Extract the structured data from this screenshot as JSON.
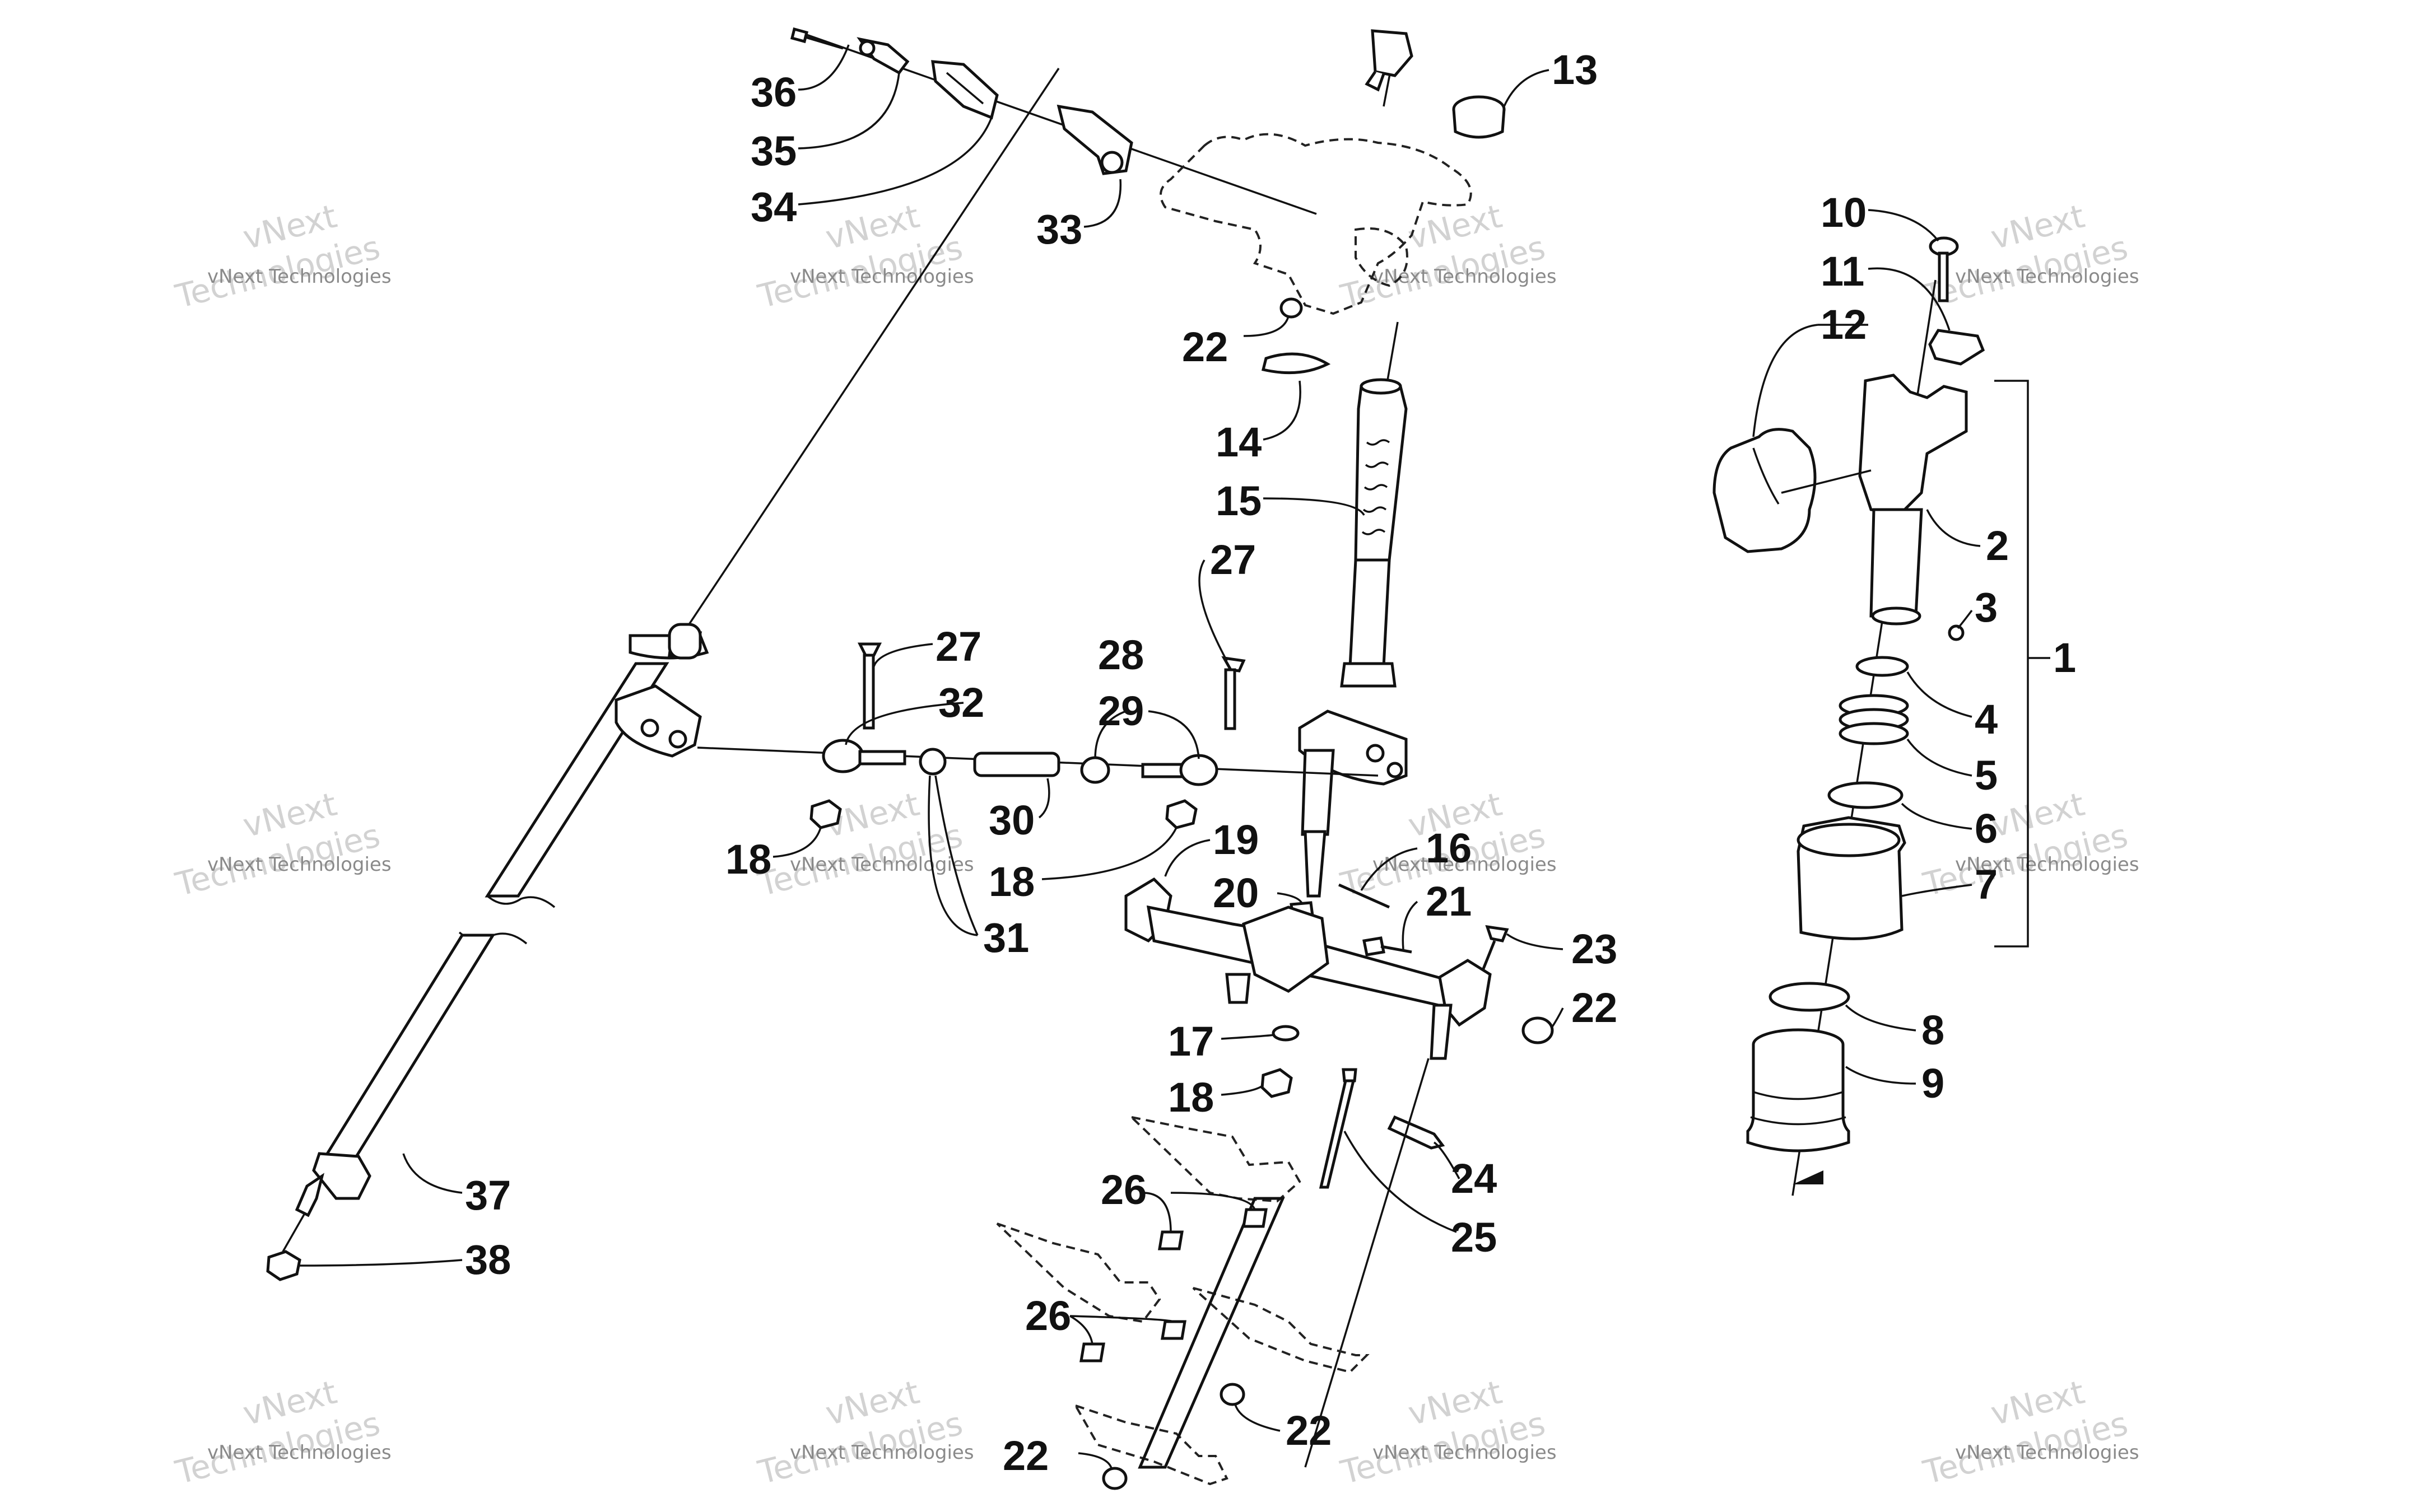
{
  "diagram": {
    "callouts": [
      {
        "id": "c36",
        "text": "36"
      },
      {
        "id": "c35",
        "text": "35"
      },
      {
        "id": "c34",
        "text": "34"
      },
      {
        "id": "c33",
        "text": "33"
      },
      {
        "id": "c13",
        "text": "13"
      },
      {
        "id": "c22a",
        "text": "22"
      },
      {
        "id": "c14",
        "text": "14"
      },
      {
        "id": "c15",
        "text": "15"
      },
      {
        "id": "c27a",
        "text": "27"
      },
      {
        "id": "c27b",
        "text": "27"
      },
      {
        "id": "c32",
        "text": "32"
      },
      {
        "id": "c28",
        "text": "28"
      },
      {
        "id": "c29",
        "text": "29"
      },
      {
        "id": "c30",
        "text": "30"
      },
      {
        "id": "c18a",
        "text": "18"
      },
      {
        "id": "c18b",
        "text": "18"
      },
      {
        "id": "c31",
        "text": "31"
      },
      {
        "id": "c19",
        "text": "19"
      },
      {
        "id": "c16",
        "text": "16"
      },
      {
        "id": "c20",
        "text": "20"
      },
      {
        "id": "c21",
        "text": "21"
      },
      {
        "id": "c23",
        "text": "23"
      },
      {
        "id": "c22b",
        "text": "22"
      },
      {
        "id": "c17",
        "text": "17"
      },
      {
        "id": "c18c",
        "text": "18"
      },
      {
        "id": "c24",
        "text": "24"
      },
      {
        "id": "c25",
        "text": "25"
      },
      {
        "id": "c26a",
        "text": "26"
      },
      {
        "id": "c26b",
        "text": "26"
      },
      {
        "id": "c22c",
        "text": "22"
      },
      {
        "id": "c22d",
        "text": "22"
      },
      {
        "id": "c37",
        "text": "37"
      },
      {
        "id": "c38",
        "text": "38"
      },
      {
        "id": "c10",
        "text": "10"
      },
      {
        "id": "c11",
        "text": "11"
      },
      {
        "id": "c12",
        "text": "12"
      },
      {
        "id": "c2",
        "text": "2"
      },
      {
        "id": "c3",
        "text": "3"
      },
      {
        "id": "c1",
        "text": "1"
      },
      {
        "id": "c4",
        "text": "4"
      },
      {
        "id": "c5",
        "text": "5"
      },
      {
        "id": "c6",
        "text": "6"
      },
      {
        "id": "c7",
        "text": "7"
      },
      {
        "id": "c8",
        "text": "8"
      },
      {
        "id": "c9",
        "text": "9"
      }
    ],
    "watermark": {
      "line_small": "vNext Technologies",
      "line_large_1": "vNext",
      "line_large_2": "Technologies"
    }
  }
}
